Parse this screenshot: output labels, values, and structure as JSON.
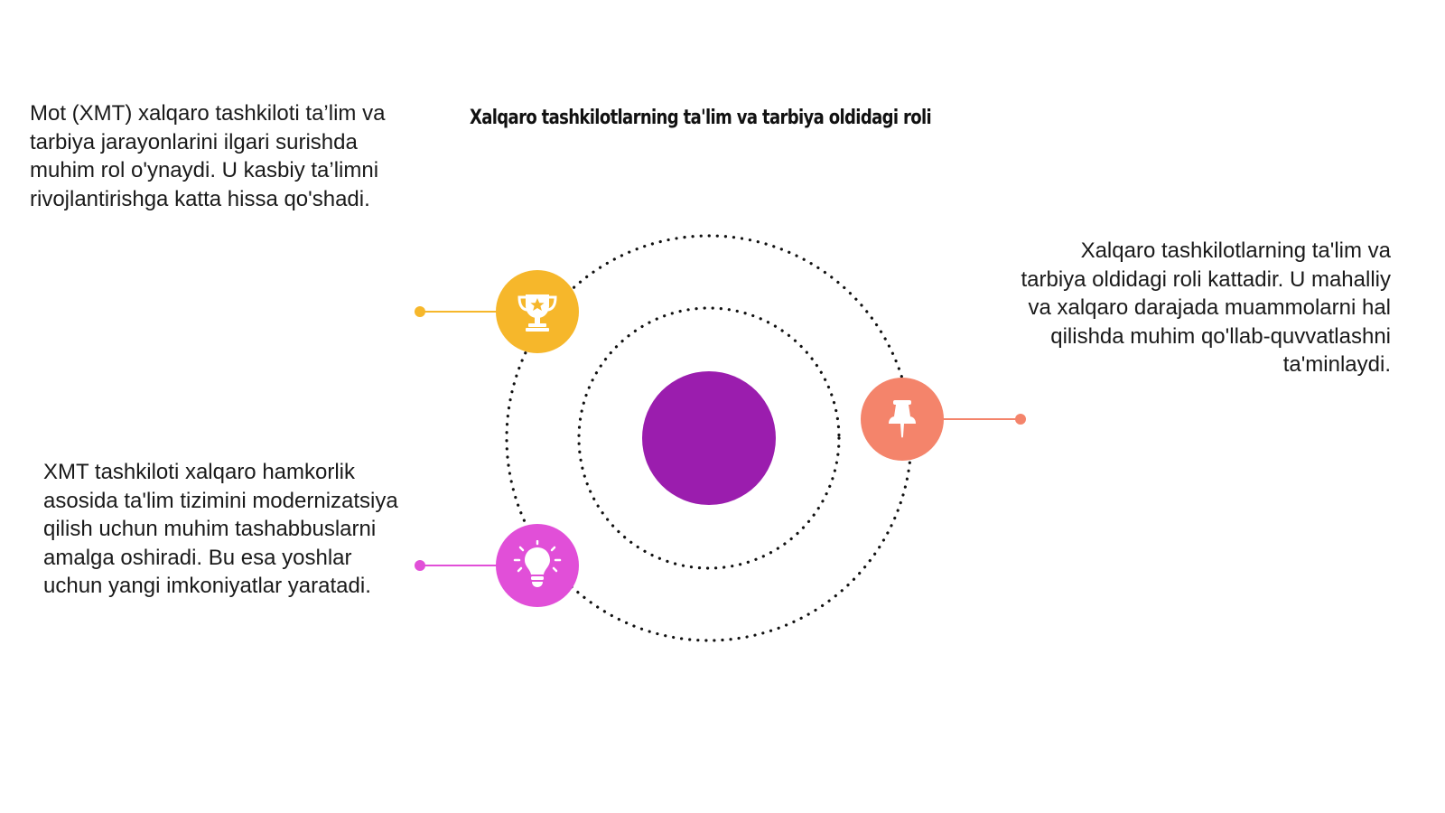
{
  "title": "Xalqaro tashkilotlarning ta'lim va tarbiya oldidagi roli",
  "center": {
    "color": "#9B1DAE"
  },
  "items": [
    {
      "icon": "trophy-icon",
      "color": "#F6B72B",
      "text": "Mot (XMT) xalqaro tashkiloti ta’lim va tarbiya jarayonlarini ilgari surishda muhim rol o'ynaydi. U kasbiy ta’limni rivojlantirishga katta hissa qo'shadi."
    },
    {
      "icon": "pushpin-icon",
      "color": "#F4846B",
      "text": "Xalqaro tashkilotlarning ta'lim va tarbiya oldidagi roli kattadir. U mahalliy va xalqaro darajada muammolarni hal qilishda muhim qo'llab-quvvatlashni ta'minlaydi."
    },
    {
      "icon": "lightbulb-icon",
      "color": "#E14FD8",
      "text": "XMT tashkiloti xalqaro hamkorlik asosida ta'lim tizimini modernizatsiya qilish uchun muhim tashabbuslarni amalga oshiradi. Bu esa yoshlar uchun yangi imkoniyatlar yaratadi."
    }
  ]
}
